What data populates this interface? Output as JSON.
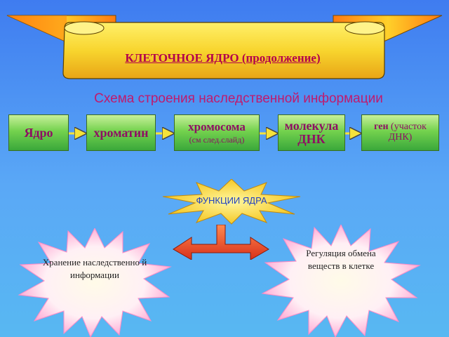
{
  "banner": {
    "title": "КЛЕТОЧНОЕ ЯДРО (продолжение)"
  },
  "subtitle": "Схема строения наследственной информации",
  "chain": [
    {
      "label": "Ядро",
      "sub": ""
    },
    {
      "label": "хроматин",
      "sub": ""
    },
    {
      "label": "хромосома",
      "sub": "(см след.слайд)"
    },
    {
      "label": "молекула ДНК",
      "sub": ""
    },
    {
      "label": "ген",
      "sub": "(участок ДНК)"
    }
  ],
  "functions": {
    "title": "ФУНКЦИИ ЯДРА",
    "left": "Хранение наследственно й информации",
    "right": "Регуляция обмена веществ в клетке"
  },
  "colors": {
    "box_text": "#8e0f63",
    "title": "#b3004b",
    "subtitle": "#c01a6d",
    "arrow": "#e53a1c",
    "banner": "#f7d63a"
  }
}
